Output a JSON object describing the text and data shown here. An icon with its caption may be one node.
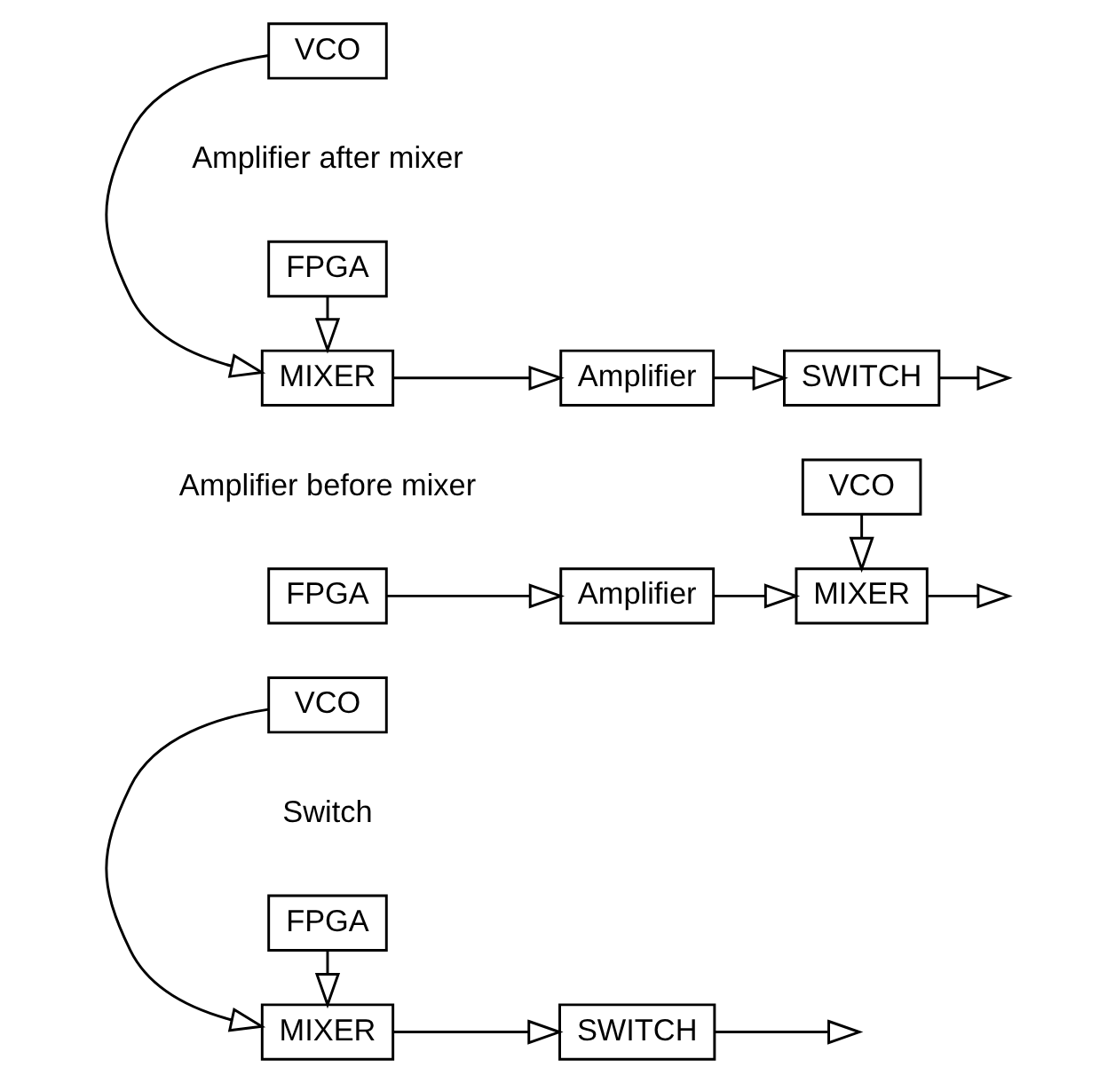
{
  "diagram": {
    "nodes": [
      {
        "text": [
          "FPGA"
        ]
      },
      {
        "text": [
          "MIXER"
        ]
      },
      {
        "text": [
          "SWITCH"
        ]
      },
      {
        "text": [
          "VCO"
        ]
      },
      {
        "text": [
          "FPGA"
        ]
      },
      {
        "text": [
          "Amplifier"
        ]
      },
      {
        "text": [
          "MIXER"
        ]
      },
      {
        "text": [
          "VCO"
        ]
      },
      {
        "text": [
          "FPGA"
        ]
      },
      {
        "text": [
          "MIXER"
        ]
      },
      {
        "text": [
          "Amplifier"
        ]
      },
      {
        "text": [
          "SWITCH"
        ]
      },
      {
        "text": [
          "VCO"
        ]
      }
    ],
    "edges": [
      {
        "from": 0,
        "to": 1,
        "arrow": "to"
      },
      {
        "from": 1,
        "to": 2,
        "arrow": "to"
      },
      {
        "from": 2,
        "to": null,
        "arrow": "to"
      },
      {
        "from": 3,
        "to": 1,
        "arrow": "to"
      },
      {
        "from": 4,
        "to": 5,
        "arrow": "to"
      },
      {
        "from": 5,
        "to": 6,
        "arrow": "to"
      },
      {
        "from": 6,
        "to": null,
        "arrow": "to"
      },
      {
        "from": 7,
        "to": 6,
        "arrow": "to"
      },
      {
        "from": 8,
        "to": 9,
        "arrow": "to"
      },
      {
        "from": 9,
        "to": 10,
        "arrow": "to"
      },
      {
        "from": 10,
        "to": 11,
        "arrow": "to"
      },
      {
        "from": 11,
        "to": null,
        "arrow": "to"
      },
      {
        "from": 12,
        "to": 9,
        "arrow": "to"
      }
    ],
    "labels": [
      "Switch",
      "Amplifier before mixer",
      "Amplifier after mixer"
    ]
  }
}
